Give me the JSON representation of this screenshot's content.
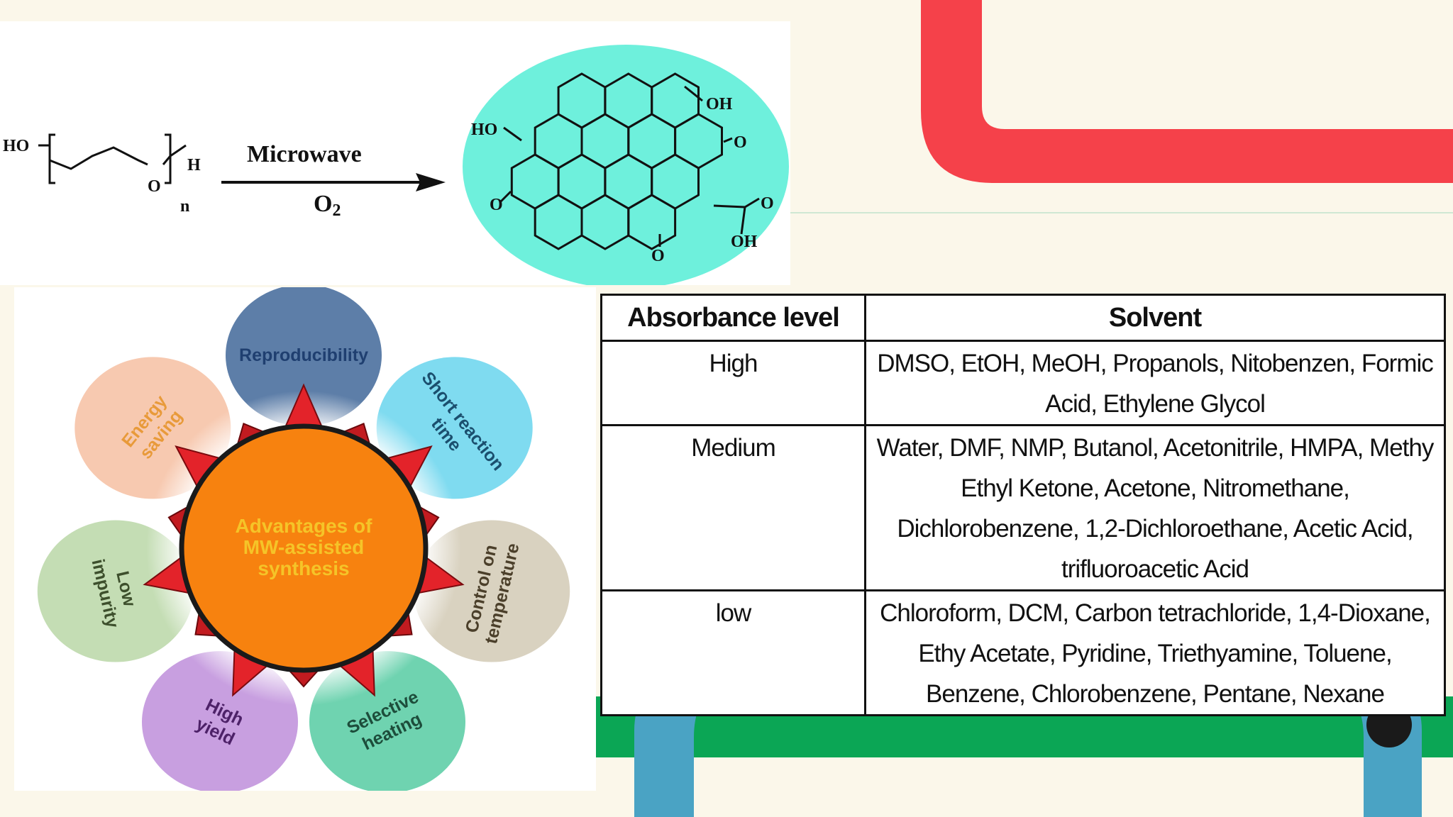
{
  "reaction": {
    "reactant_left": "HO",
    "reactant_o": "O",
    "reactant_right": "H",
    "reactant_n": "n",
    "condition_top": "Microwave",
    "condition_bottom": "O",
    "condition_bottom_sub": "2",
    "product_labels": {
      "ho_left": "HO",
      "oh_top": "OH",
      "o_ring_right": "O",
      "o_left": "O",
      "o_bottom": "O",
      "cooh_o": "O",
      "cooh_oh": "OH"
    },
    "product_fill": "#6ef0dc"
  },
  "wheel": {
    "center_lines": [
      "Advantages of",
      "MW-assisted",
      "synthesis"
    ],
    "center_color": "#f7820f",
    "center_text_color": "#f5c428",
    "petals": [
      {
        "lines": [
          "Reproducibility"
        ],
        "color": "#5d7ea8",
        "text_color": "#1f3f70"
      },
      {
        "lines": [
          "Short reaction",
          "time"
        ],
        "color": "#7fdbf0",
        "text_color": "#1b4f6e"
      },
      {
        "lines": [
          "Control on",
          "temperature"
        ],
        "color": "#d9d2c0",
        "text_color": "#4b3f2a"
      },
      {
        "lines": [
          "Selective",
          "heating"
        ],
        "color": "#6fd3b0",
        "text_color": "#1d4d3b"
      },
      {
        "lines": [
          "High",
          "yield"
        ],
        "color": "#c89fe0",
        "text_color": "#4d2168"
      },
      {
        "lines": [
          "Low",
          "impurity"
        ],
        "color": "#c4ddb4",
        "text_color": "#3d4f2c"
      },
      {
        "lines": [
          "Energy",
          "saving"
        ],
        "color": "#f7c9b0",
        "text_color": "#e89a3a"
      }
    ]
  },
  "table": {
    "headers": [
      "Absorbance level",
      "Solvent"
    ],
    "rows": [
      {
        "level": "High",
        "solvent": "DMSO, EtOH, MeOH, Propanols, Nitobenzen, Formic Acid, Ethylene Glycol"
      },
      {
        "level": "Medium",
        "solvent": "Water, DMF, NMP, Butanol, Acetonitrile, HMPA, Methy Ethyl Ketone, Acetone, Nitromethane, Dichlorobenzene, 1,2-Dichloroethane, Acetic Acid, trifluoroacetic Acid"
      },
      {
        "level": "low",
        "solvent": "Chloroform, DCM, Carbon tetrachloride, 1,4-Dioxane, Ethy Acetate, Pyridine, Triethyamine, Toluene, Benzene, Chlorobenzene, Pentane, Nexane"
      }
    ]
  },
  "colors": {
    "background": "#fbf7ea",
    "red_band": "#f5414a",
    "green_band": "#0ba655",
    "blue_band": "#4aa3c4",
    "dot": "#1a1a1a"
  }
}
